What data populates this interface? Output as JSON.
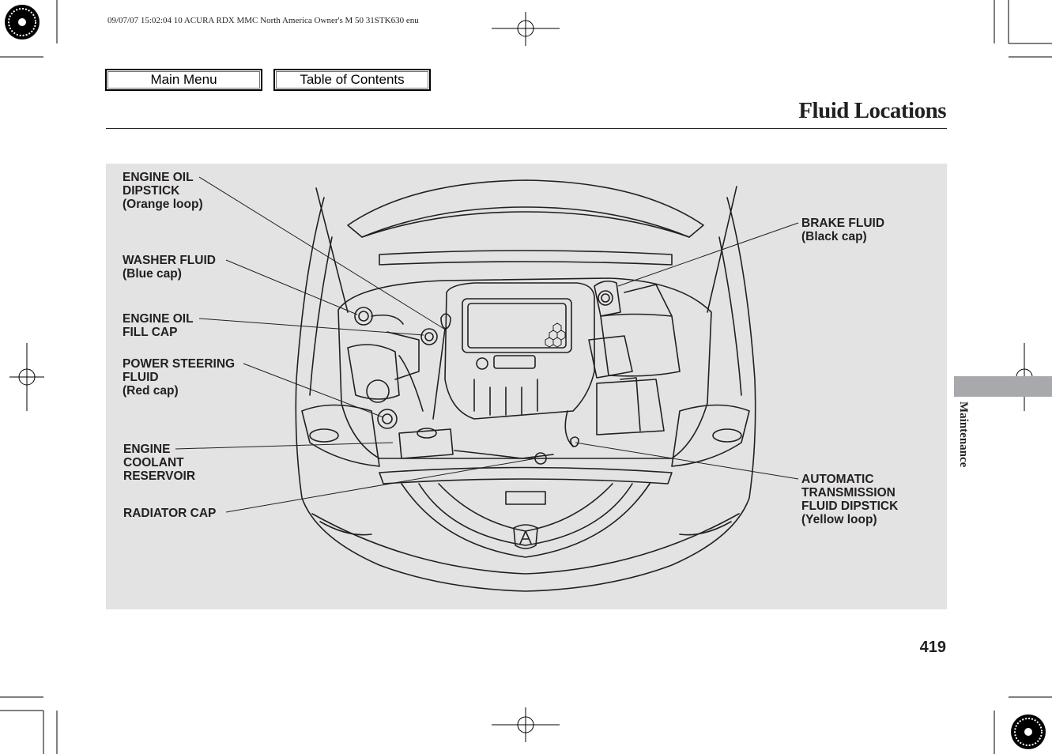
{
  "print_header": "09/07/07 15:02:04   10 ACURA RDX MMC North America Owner's M 50 31STK630 enu",
  "nav": {
    "main_menu": "Main Menu",
    "table_of_contents": "Table of Contents"
  },
  "page_title": "Fluid Locations",
  "section_tab": "Maintenance",
  "page_number": "419",
  "labels": {
    "engine_oil_dipstick": [
      "ENGINE OIL",
      "DIPSTICK",
      "(Orange loop)"
    ],
    "washer_fluid": [
      "WASHER FLUID",
      "(Blue cap)"
    ],
    "engine_oil_fill_cap": [
      "ENGINE OIL",
      "FILL CAP"
    ],
    "power_steering_fluid": [
      "POWER STEERING",
      "FLUID",
      "(Red cap)"
    ],
    "engine_coolant_reservoir": [
      "ENGINE",
      "COOLANT",
      "RESERVOIR"
    ],
    "radiator_cap": [
      "RADIATOR CAP"
    ],
    "brake_fluid": [
      "BRAKE FLUID",
      "(Black cap)"
    ],
    "atf_dipstick": [
      "AUTOMATIC",
      "TRANSMISSION",
      "FLUID DIPSTICK",
      "(Yellow loop)"
    ]
  },
  "colors": {
    "figure_background": "#e3e3e3",
    "side_tab": "#a7a9ac",
    "text": "#231f20"
  },
  "icons": {
    "registration_marks": "crosshair-circle",
    "corner_marks": "starburst-circle"
  }
}
